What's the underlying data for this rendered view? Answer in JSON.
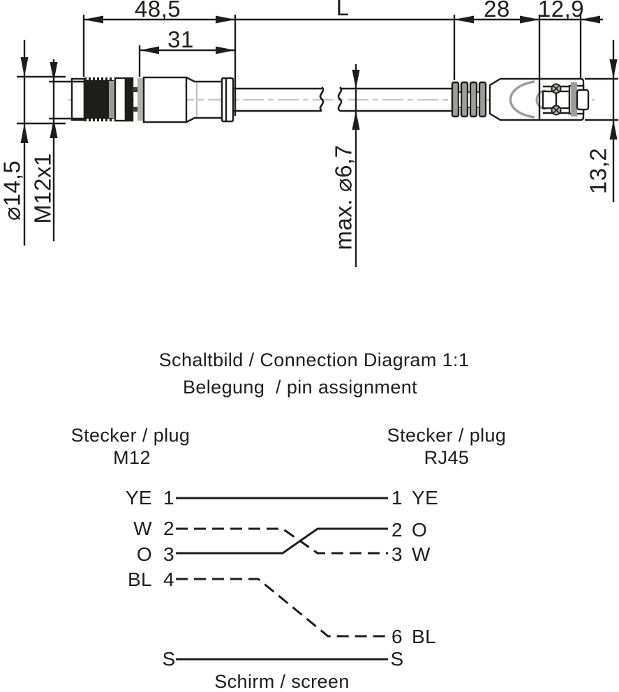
{
  "palette": {
    "line": "#1d1d1b",
    "gray": "#9d9d9c",
    "centerline": "#c6c6c6"
  },
  "dimensions": {
    "m12_length": "48,5",
    "m12_body_length": "31",
    "cable_length": "L",
    "rj45_length": "28",
    "rj45_tip_length": "12,9",
    "m12_diameter": "⌀14,5",
    "m12_thread": "M12x1",
    "cable_diameter": "max. ⌀6,7",
    "rj45_height": "13,2"
  },
  "connection_diagram": {
    "title": "Schaltbild / Connection Diagram 1:1",
    "subtitle": "Belegung  / pin assignment",
    "left_plug": {
      "label": "Stecker / plug",
      "type": "M12"
    },
    "right_plug": {
      "label": "Stecker / plug",
      "type": "RJ45"
    },
    "left_pins": [
      {
        "color": "YE",
        "pin": "1"
      },
      {
        "color": "W",
        "pin": "2"
      },
      {
        "color": "O",
        "pin": "3"
      },
      {
        "color": "BL",
        "pin": "4"
      },
      {
        "color": "",
        "pin": "S"
      }
    ],
    "right_pins": [
      {
        "pin": "1",
        "color": "YE"
      },
      {
        "pin": "2",
        "color": "O"
      },
      {
        "pin": "3",
        "color": "W"
      },
      {
        "pin": "6",
        "color": "BL"
      },
      {
        "pin": "S",
        "color": ""
      }
    ],
    "screen_label": "Schirm / screen"
  }
}
